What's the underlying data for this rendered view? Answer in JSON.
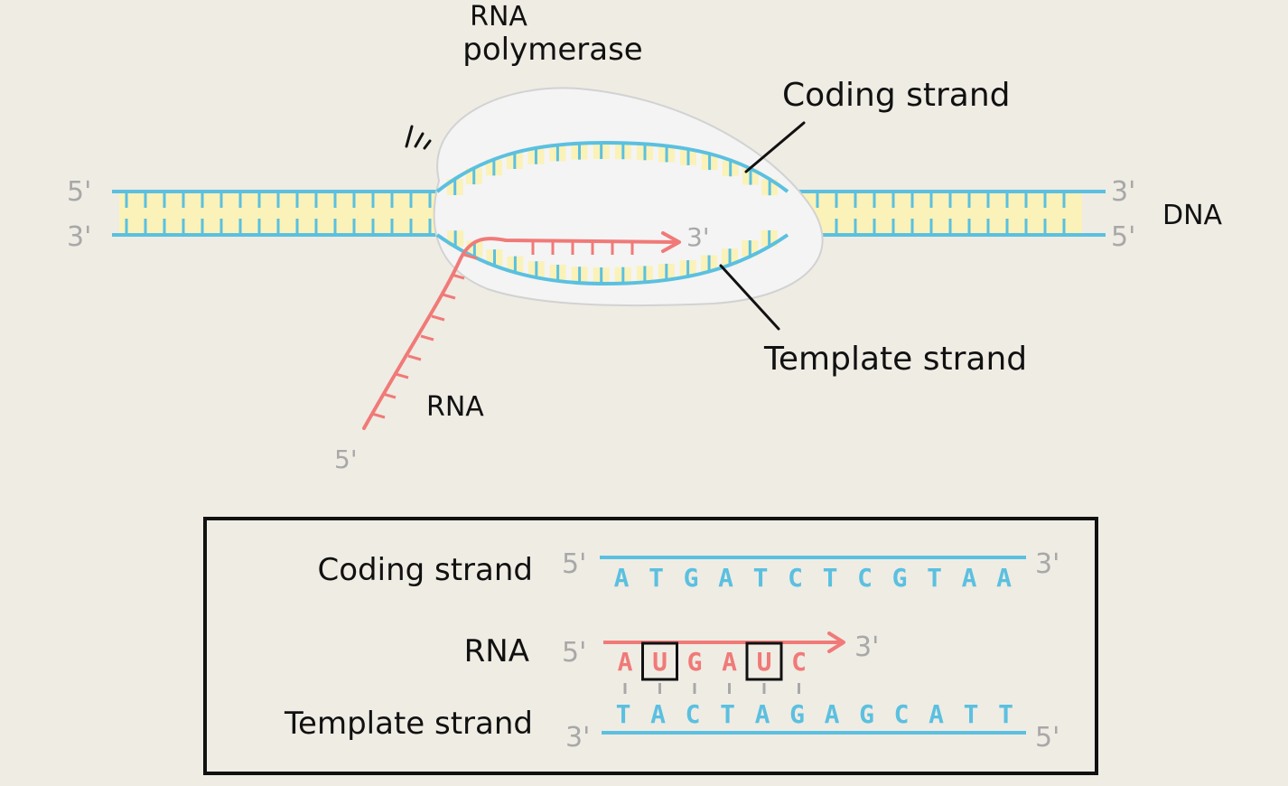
{
  "colors": {
    "background": "#efece4",
    "dna_strand": "#5bc0e0",
    "base_pair_fill": "#faf2b8",
    "rna": "#f07a78",
    "polymerase": "#f4f4f4",
    "prime_label": "#a8a8a8",
    "ink": "#111111"
  },
  "top": {
    "polymerase_label_line1": "RNA",
    "polymerase_label_line2": "polymerase",
    "coding_label": "Coding strand",
    "template_label": "Template strand",
    "dna_label": "DNA",
    "rna_label": "RNA",
    "left_top_end": "5'",
    "left_bottom_end": "3'",
    "right_top_end": "3'",
    "right_bottom_end": "5'",
    "rna_3_end": "3'",
    "rna_5_end": "5'"
  },
  "box": {
    "coding_label": "Coding strand",
    "rna_label": "RNA",
    "template_label": "Template strand",
    "coding_5": "5'",
    "coding_3": "3'",
    "rna_5": "5'",
    "rna_3": "3'",
    "template_3": "3'",
    "template_5": "5'",
    "coding_seq": [
      "A",
      "T",
      "G",
      "A",
      "T",
      "C",
      "T",
      "C",
      "G",
      "T",
      "A",
      "A"
    ],
    "rna_seq": [
      "A",
      "U",
      "G",
      "A",
      "U",
      "C"
    ],
    "template_seq": [
      "T",
      "A",
      "C",
      "T",
      "A",
      "G",
      "A",
      "G",
      "C",
      "A",
      "T",
      "T"
    ],
    "boxed_rna_indices": [
      1,
      4
    ]
  }
}
